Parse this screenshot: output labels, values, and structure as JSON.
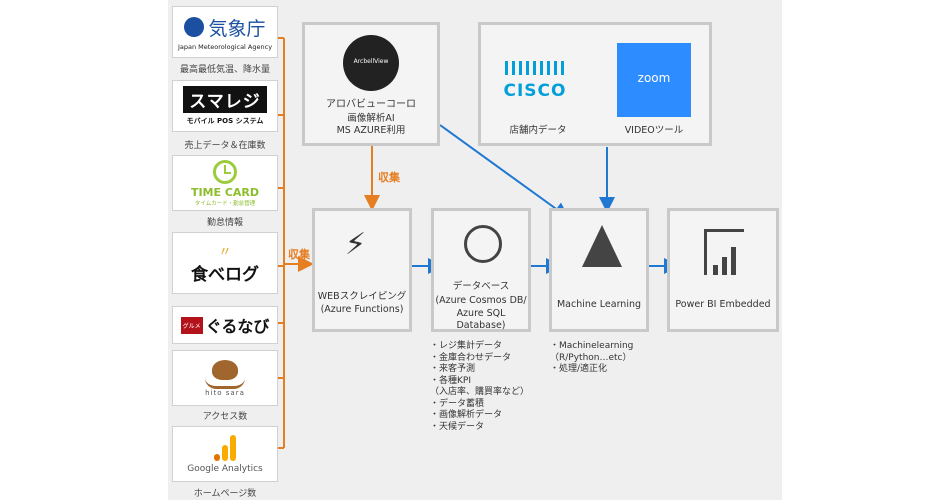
{
  "sources": {
    "jma": {
      "title": "気象庁",
      "subtitle": "Japan Meteorological Agency",
      "caption": "最高最低気温、降水量"
    },
    "smaregi": {
      "title": "スマレジ",
      "subtitle": "モバイル POS システム",
      "caption": "売上データ＆在庫数"
    },
    "timecard": {
      "title": "TIME CARD",
      "subtitle": "タイムカード・勤怠管理",
      "caption": "勤怠情報"
    },
    "tabelog": {
      "title": "食べログ"
    },
    "gurunavi": {
      "title": "ぐるなび",
      "badge": "グルメ"
    },
    "hitosara": {
      "title": "hito sara",
      "caption": "アクセス数"
    },
    "ga": {
      "title": "Google Analytics",
      "caption": "ホームページ数"
    }
  },
  "labels": {
    "collect_top": "収集",
    "collect_left": "収集"
  },
  "nodes": {
    "arcbell": {
      "logo": "ArcbellView",
      "name": "アロバビューコーロ",
      "line1": "画像解析AI",
      "line2": "MS AZURE利用"
    },
    "cisco": {
      "logo": "CISCO",
      "caption": "店舗内データ"
    },
    "zoom": {
      "logo": "zoom",
      "caption": "VIDEOツール"
    },
    "web": {
      "line1": "WEBスクレイピング",
      "line2": "(Azure Functions)"
    },
    "db": {
      "line1": "データベース",
      "line2": "(Azure Cosmos DB/",
      "line3": "Azure SQL Database)"
    },
    "ml": {
      "line1": "Machine Learning"
    },
    "pbi": {
      "line1": "Power BI Embedded"
    }
  },
  "notes": {
    "db": [
      "・レジ集計データ",
      "・金庫合わせデータ",
      "・来客予測",
      "・各種KPI",
      "（入店率、購買率など）",
      "・データ蓄積",
      "・画像解析データ",
      "・天候データ"
    ],
    "ml": [
      "・Machinelearning",
      "（R/Python…etc）",
      "・処理/適正化"
    ]
  },
  "colors": {
    "orange": "#e67e22",
    "blue": "#1f78d1",
    "gray_border": "#c9c9c9",
    "zoom_blue": "#2d8cff",
    "cisco_blue": "#049fd9"
  }
}
